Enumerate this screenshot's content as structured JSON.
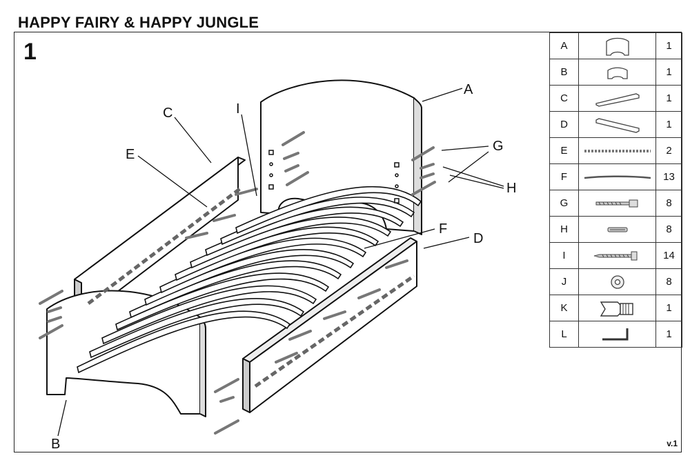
{
  "header": {
    "title": "HAPPY FAIRY & HAPPY JUNGLE"
  },
  "step": {
    "number": "1"
  },
  "version": "v.1",
  "callouts": [
    "A",
    "B",
    "C",
    "D",
    "E",
    "F",
    "G",
    "H",
    "I"
  ],
  "parts": [
    {
      "letter": "A",
      "icon": "headboard-icon",
      "qty": "1"
    },
    {
      "letter": "B",
      "icon": "footboard-icon",
      "qty": "1"
    },
    {
      "letter": "C",
      "icon": "side-rail-left-icon",
      "qty": "1"
    },
    {
      "letter": "D",
      "icon": "side-rail-right-icon",
      "qty": "1"
    },
    {
      "letter": "E",
      "icon": "slat-support-strip-icon",
      "qty": "2"
    },
    {
      "letter": "F",
      "icon": "slat-icon",
      "qty": "13"
    },
    {
      "letter": "G",
      "icon": "bolt-icon",
      "qty": "8"
    },
    {
      "letter": "H",
      "icon": "barrel-nut-icon",
      "qty": "8"
    },
    {
      "letter": "I",
      "icon": "screw-icon",
      "qty": "14"
    },
    {
      "letter": "J",
      "icon": "washer-icon",
      "qty": "8"
    },
    {
      "letter": "K",
      "icon": "cam-lock-icon",
      "qty": "1"
    },
    {
      "letter": "L",
      "icon": "allen-key-icon",
      "qty": "1"
    }
  ]
}
